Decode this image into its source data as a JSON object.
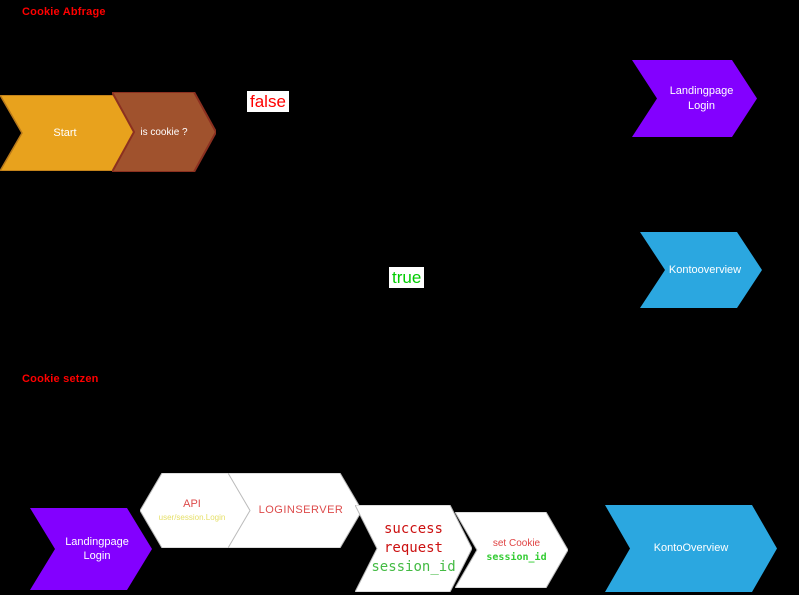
{
  "title": "Cookie login flow diagram",
  "colors": {
    "background": "#000000",
    "orange": "#e8a21d",
    "orange_stroke": "#b8791a",
    "brown": "#a0522d",
    "brown_stroke": "#8b3020",
    "purple": "#8300ff",
    "blue": "#2ba7e0",
    "white_shape": "#ffffff",
    "white_shape_stroke": "#bbbbbb",
    "section_red": "#ff0000",
    "edge_false_red": "#ff0000",
    "edge_true_green": "#00cc00"
  },
  "section_labels": {
    "cookie_abfrage": "Cookie Abfrage",
    "cookie_setzen": "Cookie setzen"
  },
  "edge_labels": {
    "false": "false",
    "true": "true"
  },
  "top_flow": {
    "start": "Start",
    "is_cookie": "is cookie ?",
    "landingpage_login": "Landingpage Login",
    "kontooverview": "Kontooverview"
  },
  "bottom_flow": {
    "landingpage_login": "Landingpage Login",
    "api_label": "API",
    "api_sublabel": "user/session.Login",
    "loginserver": "LOGINSERVER",
    "success_line1": "success",
    "success_line2": "request",
    "success_line3": "session_id",
    "set_cookie_line1": "set Cookie",
    "set_cookie_line2": "session_id",
    "kontooverview": "KontoOverview"
  }
}
